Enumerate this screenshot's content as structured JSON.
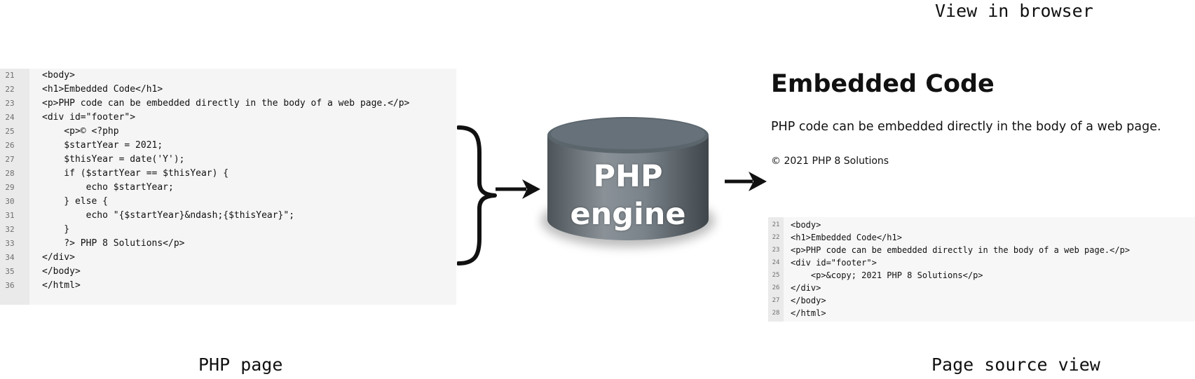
{
  "captions": {
    "browser_view": "View in browser",
    "php_page": "PHP page",
    "page_source_view": "Page source view"
  },
  "php_code": {
    "lines": [
      {
        "num": "21",
        "text": "<body>"
      },
      {
        "num": "22",
        "text": "<h1>Embedded Code</h1>"
      },
      {
        "num": "23",
        "text": "<p>PHP code can be embedded directly in the body of a web page.</p>"
      },
      {
        "num": "24",
        "text": "<div id=\"footer\">"
      },
      {
        "num": "25",
        "text": "    <p>© <?php"
      },
      {
        "num": "26",
        "text": "    $startYear = 2021;"
      },
      {
        "num": "27",
        "text": "    $thisYear = date('Y');"
      },
      {
        "num": "28",
        "text": "    if ($startYear == $thisYear) {"
      },
      {
        "num": "29",
        "text": "        echo $startYear;"
      },
      {
        "num": "30",
        "text": "    } else {"
      },
      {
        "num": "31",
        "text": "        echo \"{$startYear}&ndash;{$thisYear}\";"
      },
      {
        "num": "32",
        "text": "    }"
      },
      {
        "num": "33",
        "text": "    ?> PHP 8 Solutions</p>"
      },
      {
        "num": "34",
        "text": "</div>"
      },
      {
        "num": "35",
        "text": "</body>"
      },
      {
        "num": "36",
        "text": "</html>"
      }
    ]
  },
  "engine": {
    "line1": "PHP",
    "line2": "engine"
  },
  "browser_view": {
    "heading": "Embedded Code",
    "paragraph": "PHP code can be embedded directly in the body of a web page.",
    "footer": "© 2021 PHP 8 Solutions"
  },
  "source_code": {
    "lines": [
      {
        "num": "21",
        "text": "<body>"
      },
      {
        "num": "22",
        "text": "<h1>Embedded Code</h1>"
      },
      {
        "num": "23",
        "text": "<p>PHP code can be embedded directly in the body of a web page.</p>"
      },
      {
        "num": "24",
        "text": "<div id=\"footer\">"
      },
      {
        "num": "25",
        "text": "    <p>&copy; 2021 PHP 8 Solutions</p>"
      },
      {
        "num": "26",
        "text": "</div>"
      },
      {
        "num": "27",
        "text": "</body>"
      },
      {
        "num": "28",
        "text": "</html>"
      }
    ]
  },
  "colors": {
    "engine_body": "#6f787e",
    "engine_top": "#59636a",
    "code_background": "#f5f5f5",
    "gutter_background": "#eaeaea"
  },
  "icons": [
    "curly-brace-icon",
    "arrow-right-icon",
    "database-cylinder-icon"
  ]
}
